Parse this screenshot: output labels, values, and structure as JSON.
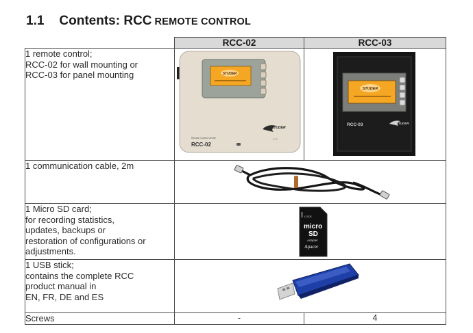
{
  "section": {
    "number": "1.1",
    "title_lead": "Contents: RCC",
    "title_rest": "remote control"
  },
  "table": {
    "columns": [
      "RCC-02",
      "RCC-03"
    ],
    "rows": [
      {
        "lines": [
          "1 remote control;",
          "RCC-02 for wall mounting or",
          "RCC-03 for panel mounting"
        ]
      },
      {
        "lines": [
          "1 communication cable, 2m"
        ]
      },
      {
        "lines": [
          "1 Micro SD card;",
          "for recording statistics,",
          "updates, backups or",
          "restoration of configurations or",
          "adjustments."
        ]
      },
      {
        "lines": [
          "1 USB stick;",
          "contains the complete RCC",
          "product manual in",
          "EN, FR, DE and ES"
        ]
      },
      {
        "lines": [
          "Screws"
        ],
        "rcc02": "-",
        "rcc03": "4"
      }
    ]
  },
  "devices": {
    "rcc02_label": "RCC-02",
    "rcc02_caption": "Remote Control Centre",
    "rcc03_label": "RCC-03",
    "logo_text": "STUDER",
    "sd_brand_line1": "micro",
    "sd_brand_line2": "SD",
    "sd_adapter": "Adapter",
    "sd_vendor": "Apacer",
    "sd_lock": "LOCK"
  },
  "colors": {
    "header_fill": "#d9d9d9",
    "border": "#4a4a4a",
    "lcd_orange": "#f5a623",
    "rcc02_body": "#e4ddd0",
    "rcc03_body": "#1c1c1c",
    "usb_blue": "#1f3fa8"
  }
}
